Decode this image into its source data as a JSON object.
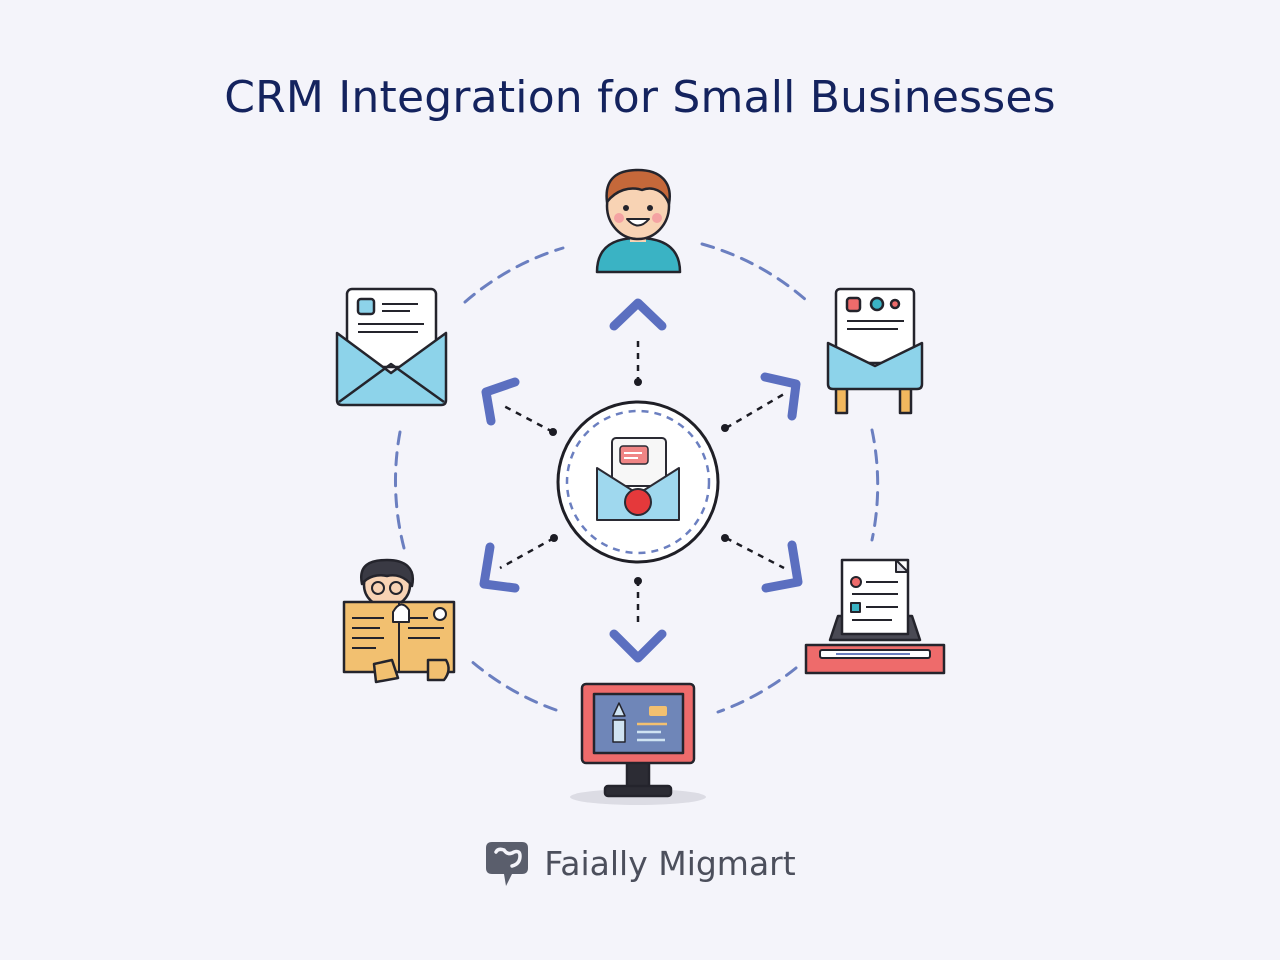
{
  "title": "CRM Integration for Small Businesses",
  "brand": {
    "name": "Faially Migmart",
    "logo_icon": "speech-bubble-logo-icon"
  },
  "nodes": [
    {
      "id": "center",
      "icon": "crm-mail-hub-icon"
    },
    {
      "id": "top",
      "icon": "customer-avatar-icon"
    },
    {
      "id": "top-right",
      "icon": "document-on-stand-icon"
    },
    {
      "id": "bottom-right",
      "icon": "printer-icon"
    },
    {
      "id": "bottom",
      "icon": "monitor-icon"
    },
    {
      "id": "bottom-left",
      "icon": "person-with-documents-icon"
    },
    {
      "id": "top-left",
      "icon": "email-envelope-icon"
    }
  ],
  "colors": {
    "title": "#14235e",
    "ring": "#6b7fc0",
    "arrow": "#5b6fc0",
    "stroke": "#26262e",
    "light_blue": "#8dd3ea",
    "teal": "#3ab3c4",
    "amber": "#f2c070",
    "coral": "#ee6b6b"
  }
}
